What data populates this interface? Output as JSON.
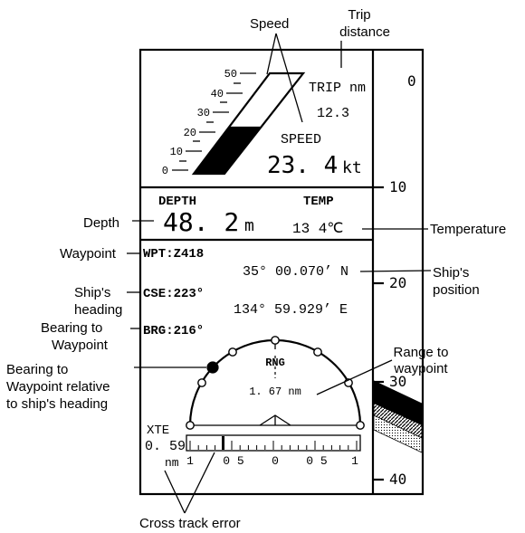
{
  "callouts": {
    "speed": "Speed",
    "trip_distance_l1": "Trip",
    "trip_distance_l2": "distance",
    "depth": "Depth",
    "temperature": "Temperature",
    "waypoint": "Waypoint",
    "ships_position_l1": "Ship's",
    "ships_position_l2": "position",
    "ships_heading_l1": "Ship's",
    "ships_heading_l2": "heading",
    "bearing_to_wp_l1": "Bearing to",
    "bearing_to_wp_l2": "Waypoint",
    "range_l1": "Range to",
    "range_l2": "waypoint",
    "rel_bearing_l1": "Bearing to",
    "rel_bearing_l2": "Waypoint relative",
    "rel_bearing_l3": "to ship's heading",
    "cross_track": "Cross track error"
  },
  "speed_panel": {
    "scale_labels": [
      "50",
      "40",
      "30",
      "20",
      "10",
      "0"
    ],
    "speed_fraction": 0.47,
    "trip_label": "TRIP nm",
    "trip_value": "12.3",
    "speed_label": "SPEED",
    "speed_value": "23. 4",
    "speed_unit": "kt"
  },
  "depth_panel": {
    "depth_label": "DEPTH",
    "depth_value": "48. 2",
    "depth_unit": "m",
    "temp_label": "TEMP",
    "temp_value": "13 4℃"
  },
  "nav_panel": {
    "wpt": "WPT:Z418",
    "lat": "35° 00.070’ N",
    "cse": "CSE:223°",
    "lon": "134° 59.929’ E",
    "brg": "BRG:216°",
    "rng_label": "RNG",
    "rng_value": "1. 67 nm",
    "xte_label": "XTE",
    "xte_value": "0. 59",
    "xte_unit": "nm",
    "xte_scale": [
      "1",
      "0 5",
      "0",
      "0 5",
      "1"
    ]
  },
  "depth_scale": {
    "labels": [
      "0",
      "10",
      "20",
      "30",
      "40"
    ]
  }
}
